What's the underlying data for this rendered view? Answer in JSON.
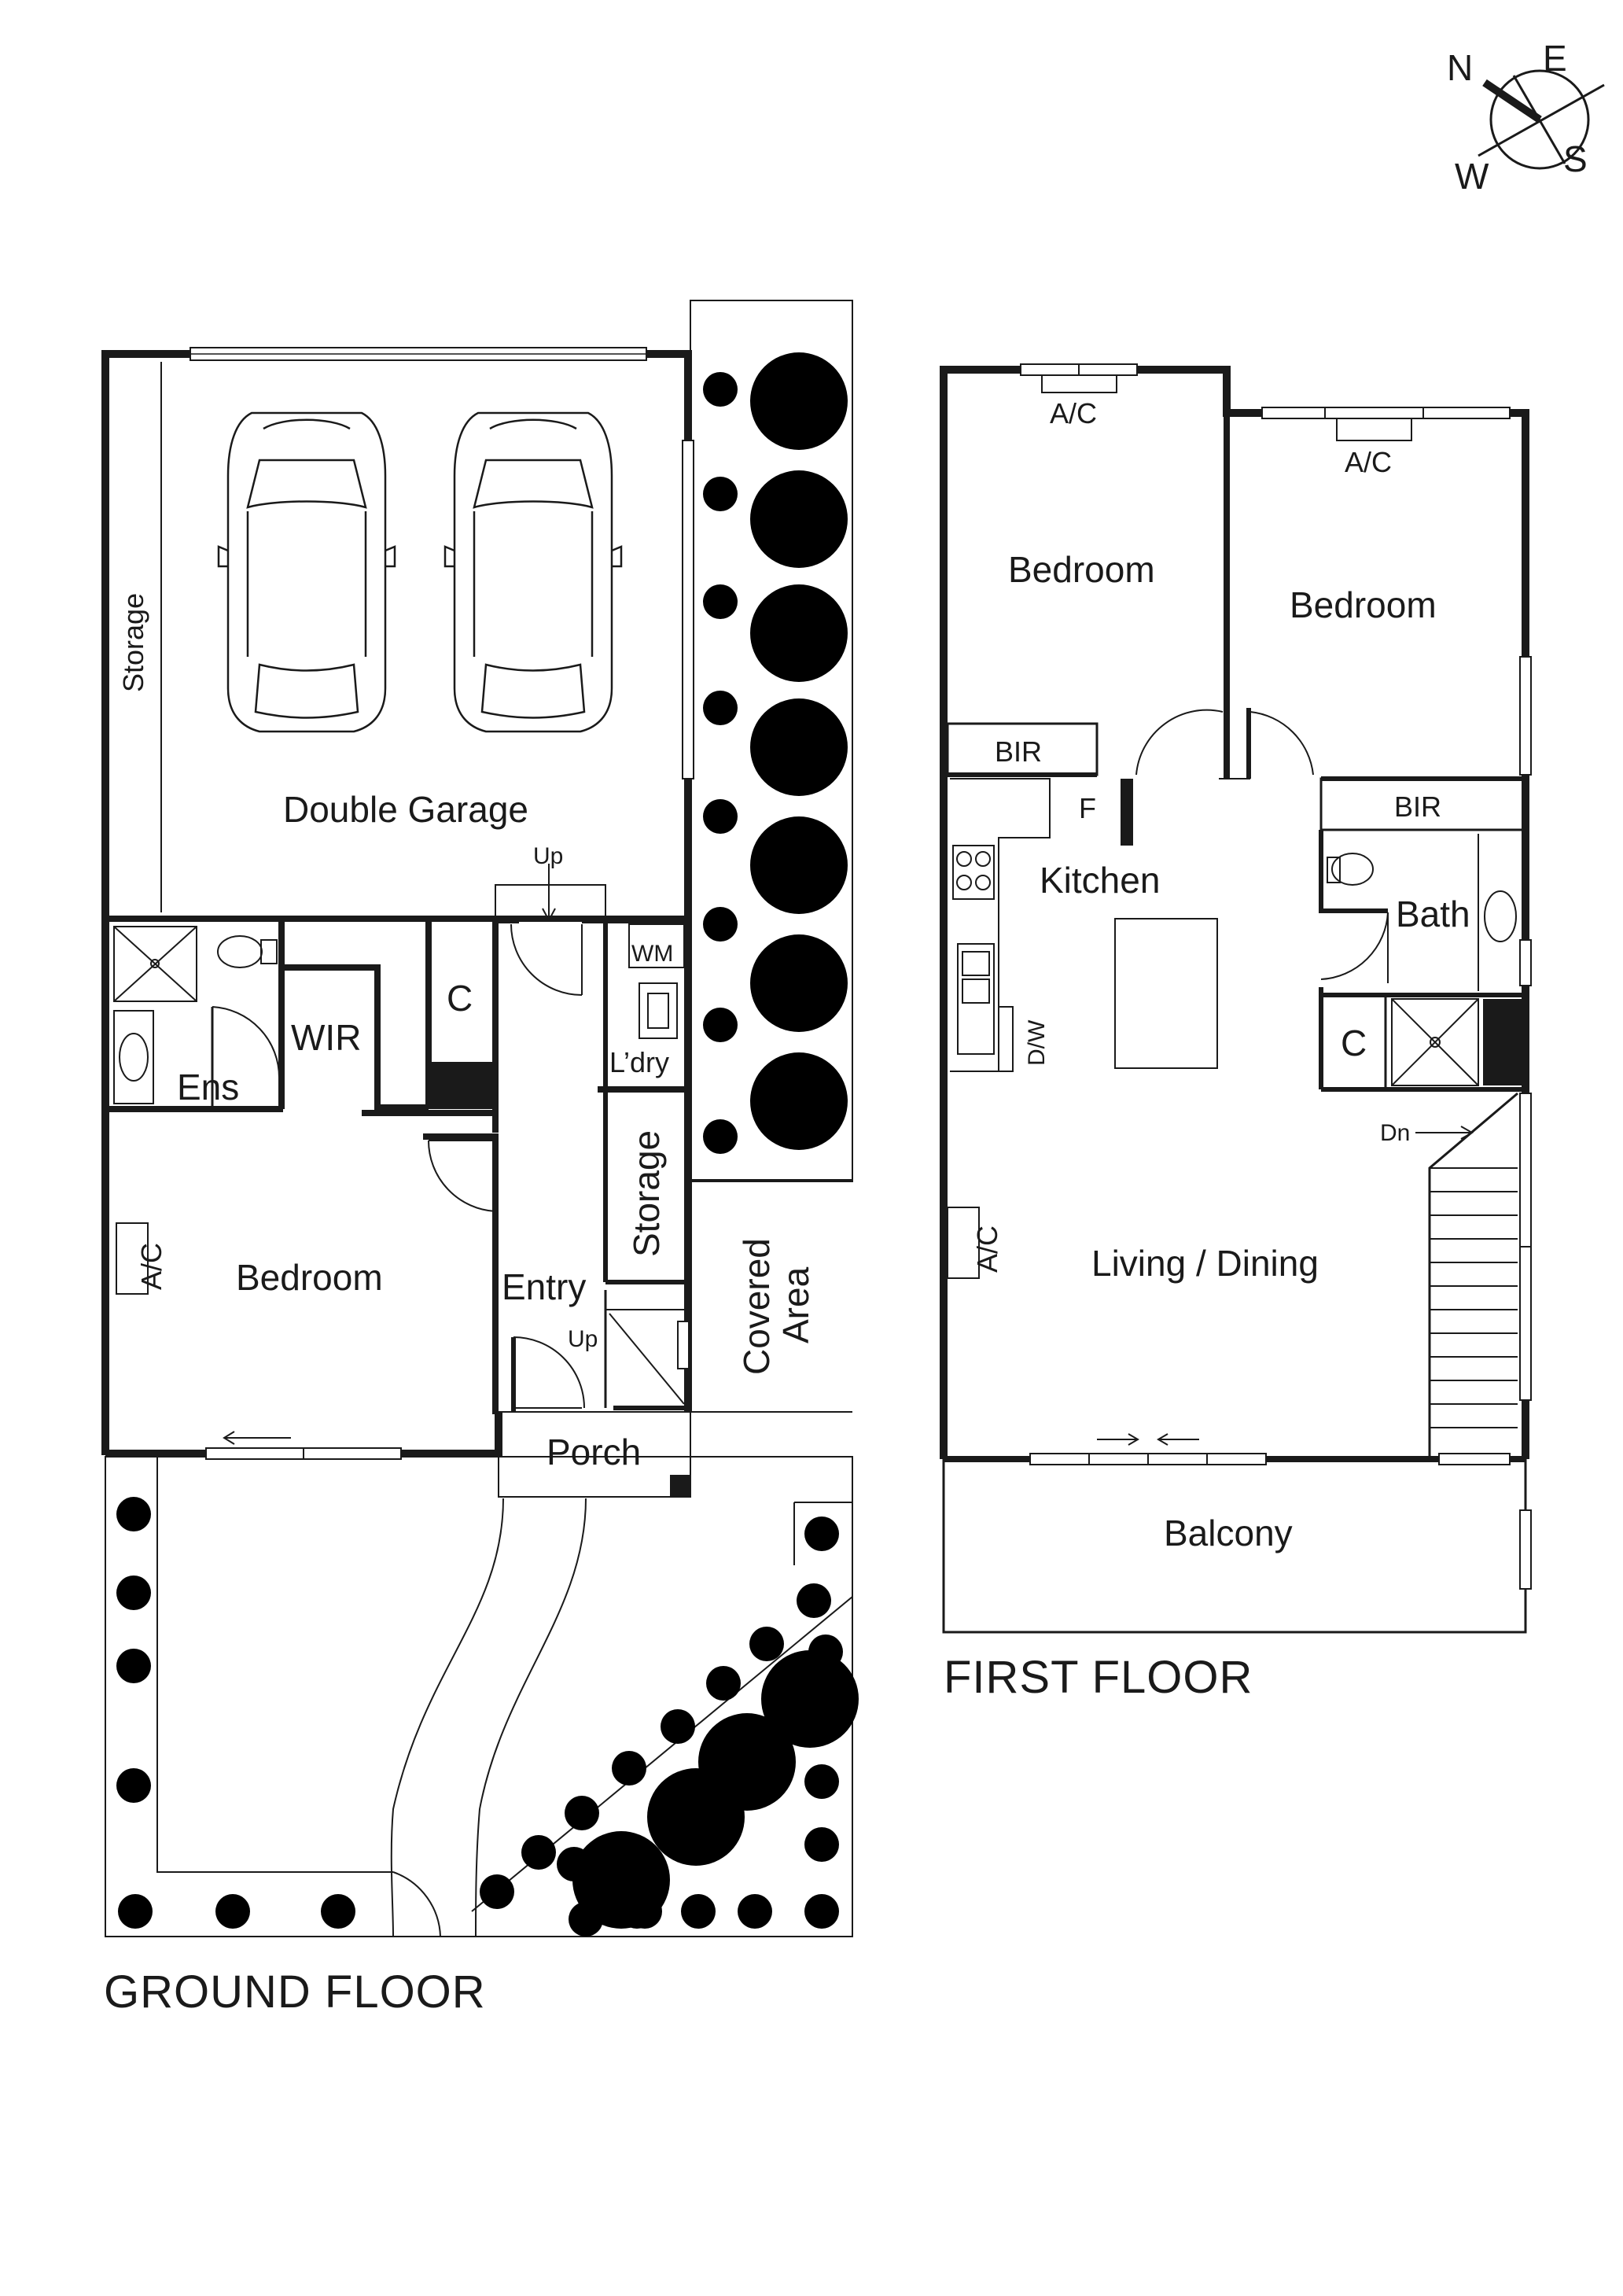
{
  "compass": {
    "n": "N",
    "e": "E",
    "s": "S",
    "w": "W"
  },
  "ground_floor": {
    "title": "GROUND FLOOR",
    "rooms": {
      "storage_side": "Storage",
      "double_garage": "Double Garage",
      "up_garage": "Up",
      "c": "C",
      "wm": "WM",
      "laundry": "L’dry",
      "wir": "WIR",
      "ens": "Ens",
      "storage_hall": "Storage",
      "covered_1": "Covered",
      "covered_2": "Area",
      "ac": "A/C",
      "bedroom": "Bedroom",
      "entry": "Entry",
      "up_stair": "Up",
      "porch": "Porch"
    }
  },
  "first_floor": {
    "title": "FIRST FLOOR",
    "rooms": {
      "ac_left": "A/C",
      "ac_right": "A/C",
      "bedroom_left": "Bedroom",
      "bedroom_right": "Bedroom",
      "bir_left": "BIR",
      "bir_right": "BIR",
      "fridge": "F",
      "kitchen": "Kitchen",
      "bath": "Bath",
      "dw": "D/W",
      "c": "C",
      "dn": "Dn",
      "ac_living": "A/C",
      "living_dining": "Living / Dining",
      "balcony": "Balcony"
    }
  }
}
